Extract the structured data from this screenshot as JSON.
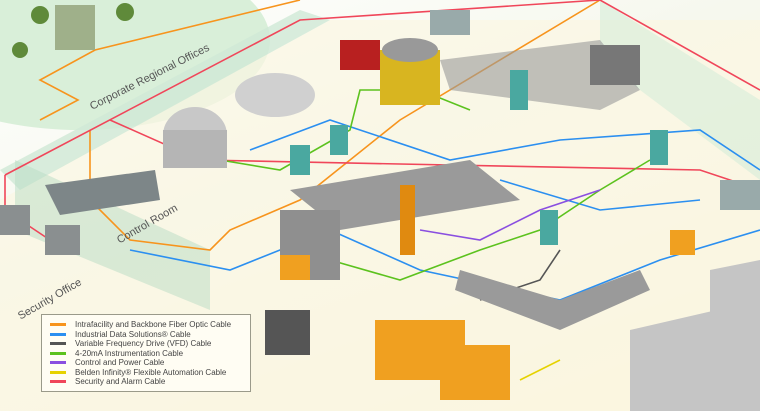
{
  "zones": {
    "corporate": "Corporate Regional Offices",
    "control_room": "Control Room",
    "security_office": "Security Office"
  },
  "legend": {
    "items": [
      {
        "label": "Intrafacility and Backbone Fiber Optic Cable",
        "color": "#f7941d"
      },
      {
        "label": "Industrial Data Solutions® Cable",
        "color": "#2b8ff0"
      },
      {
        "label": "Variable Frequency Drive (VFD) Cable",
        "color": "#555555"
      },
      {
        "label": "4-20mA Instrumentation Cable",
        "color": "#5cc21e"
      },
      {
        "label": "Control and Power Cable",
        "color": "#8a4fe0"
      },
      {
        "label": "Belden Infinity® Flexible Automation Cable",
        "color": "#e6d200"
      },
      {
        "label": "Security and Alarm Cable",
        "color": "#f0465a"
      }
    ]
  }
}
